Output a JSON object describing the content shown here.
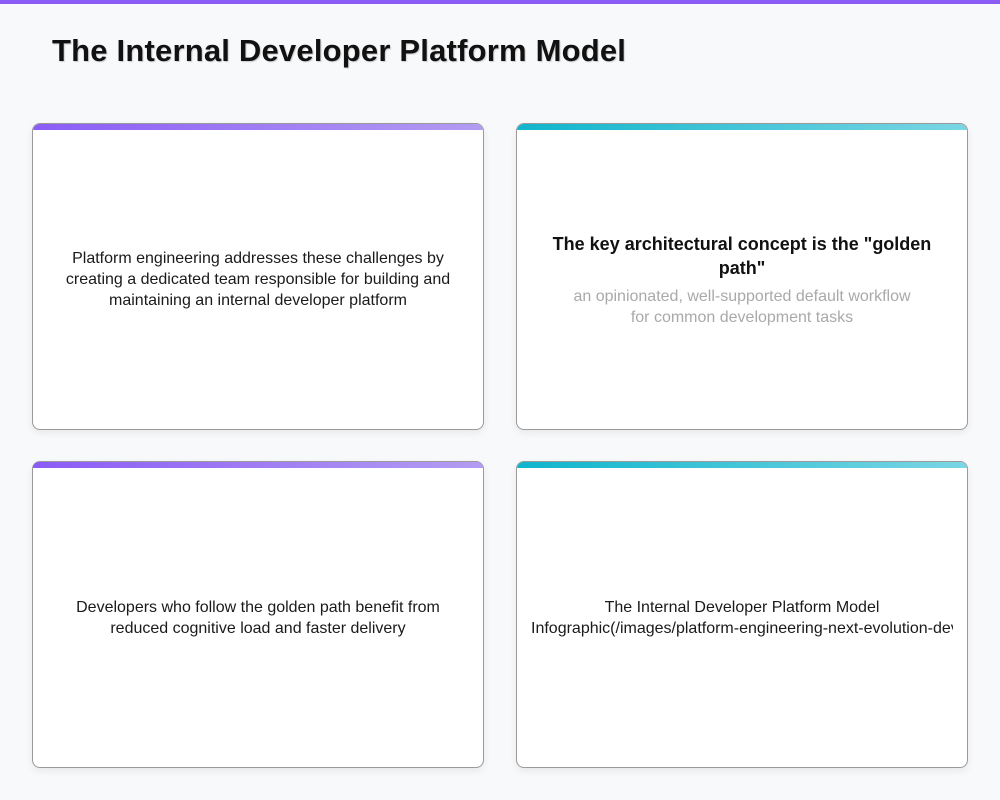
{
  "header": {
    "title": "The Internal Developer Platform Model"
  },
  "colors": {
    "top_accent": "#8b5cf6",
    "purple_bar_start": "#8b5cf6",
    "purple_bar_end": "#b39cf2",
    "teal_bar_start": "#0fb5cc",
    "teal_bar_end": "#7ad6e4",
    "background": "#f8f9fb",
    "subtext": "#a9a9a9"
  },
  "cards": [
    {
      "text": "Platform engineering addresses these challenges by creating a dedicated team responsible for building and maintaining an internal developer platform"
    },
    {
      "heading": "The key architectural concept is the \"golden path\"",
      "subtext": "an opinionated, well-supported default workflow for common development tasks"
    },
    {
      "text": "Developers who follow the golden path benefit from reduced cognitive load and faster delivery"
    },
    {
      "line1": "The Internal Developer Platform Model",
      "line2": "Infographic(/images/platform-engineering-next-evolution-devops-the-devops-scal"
    }
  ]
}
